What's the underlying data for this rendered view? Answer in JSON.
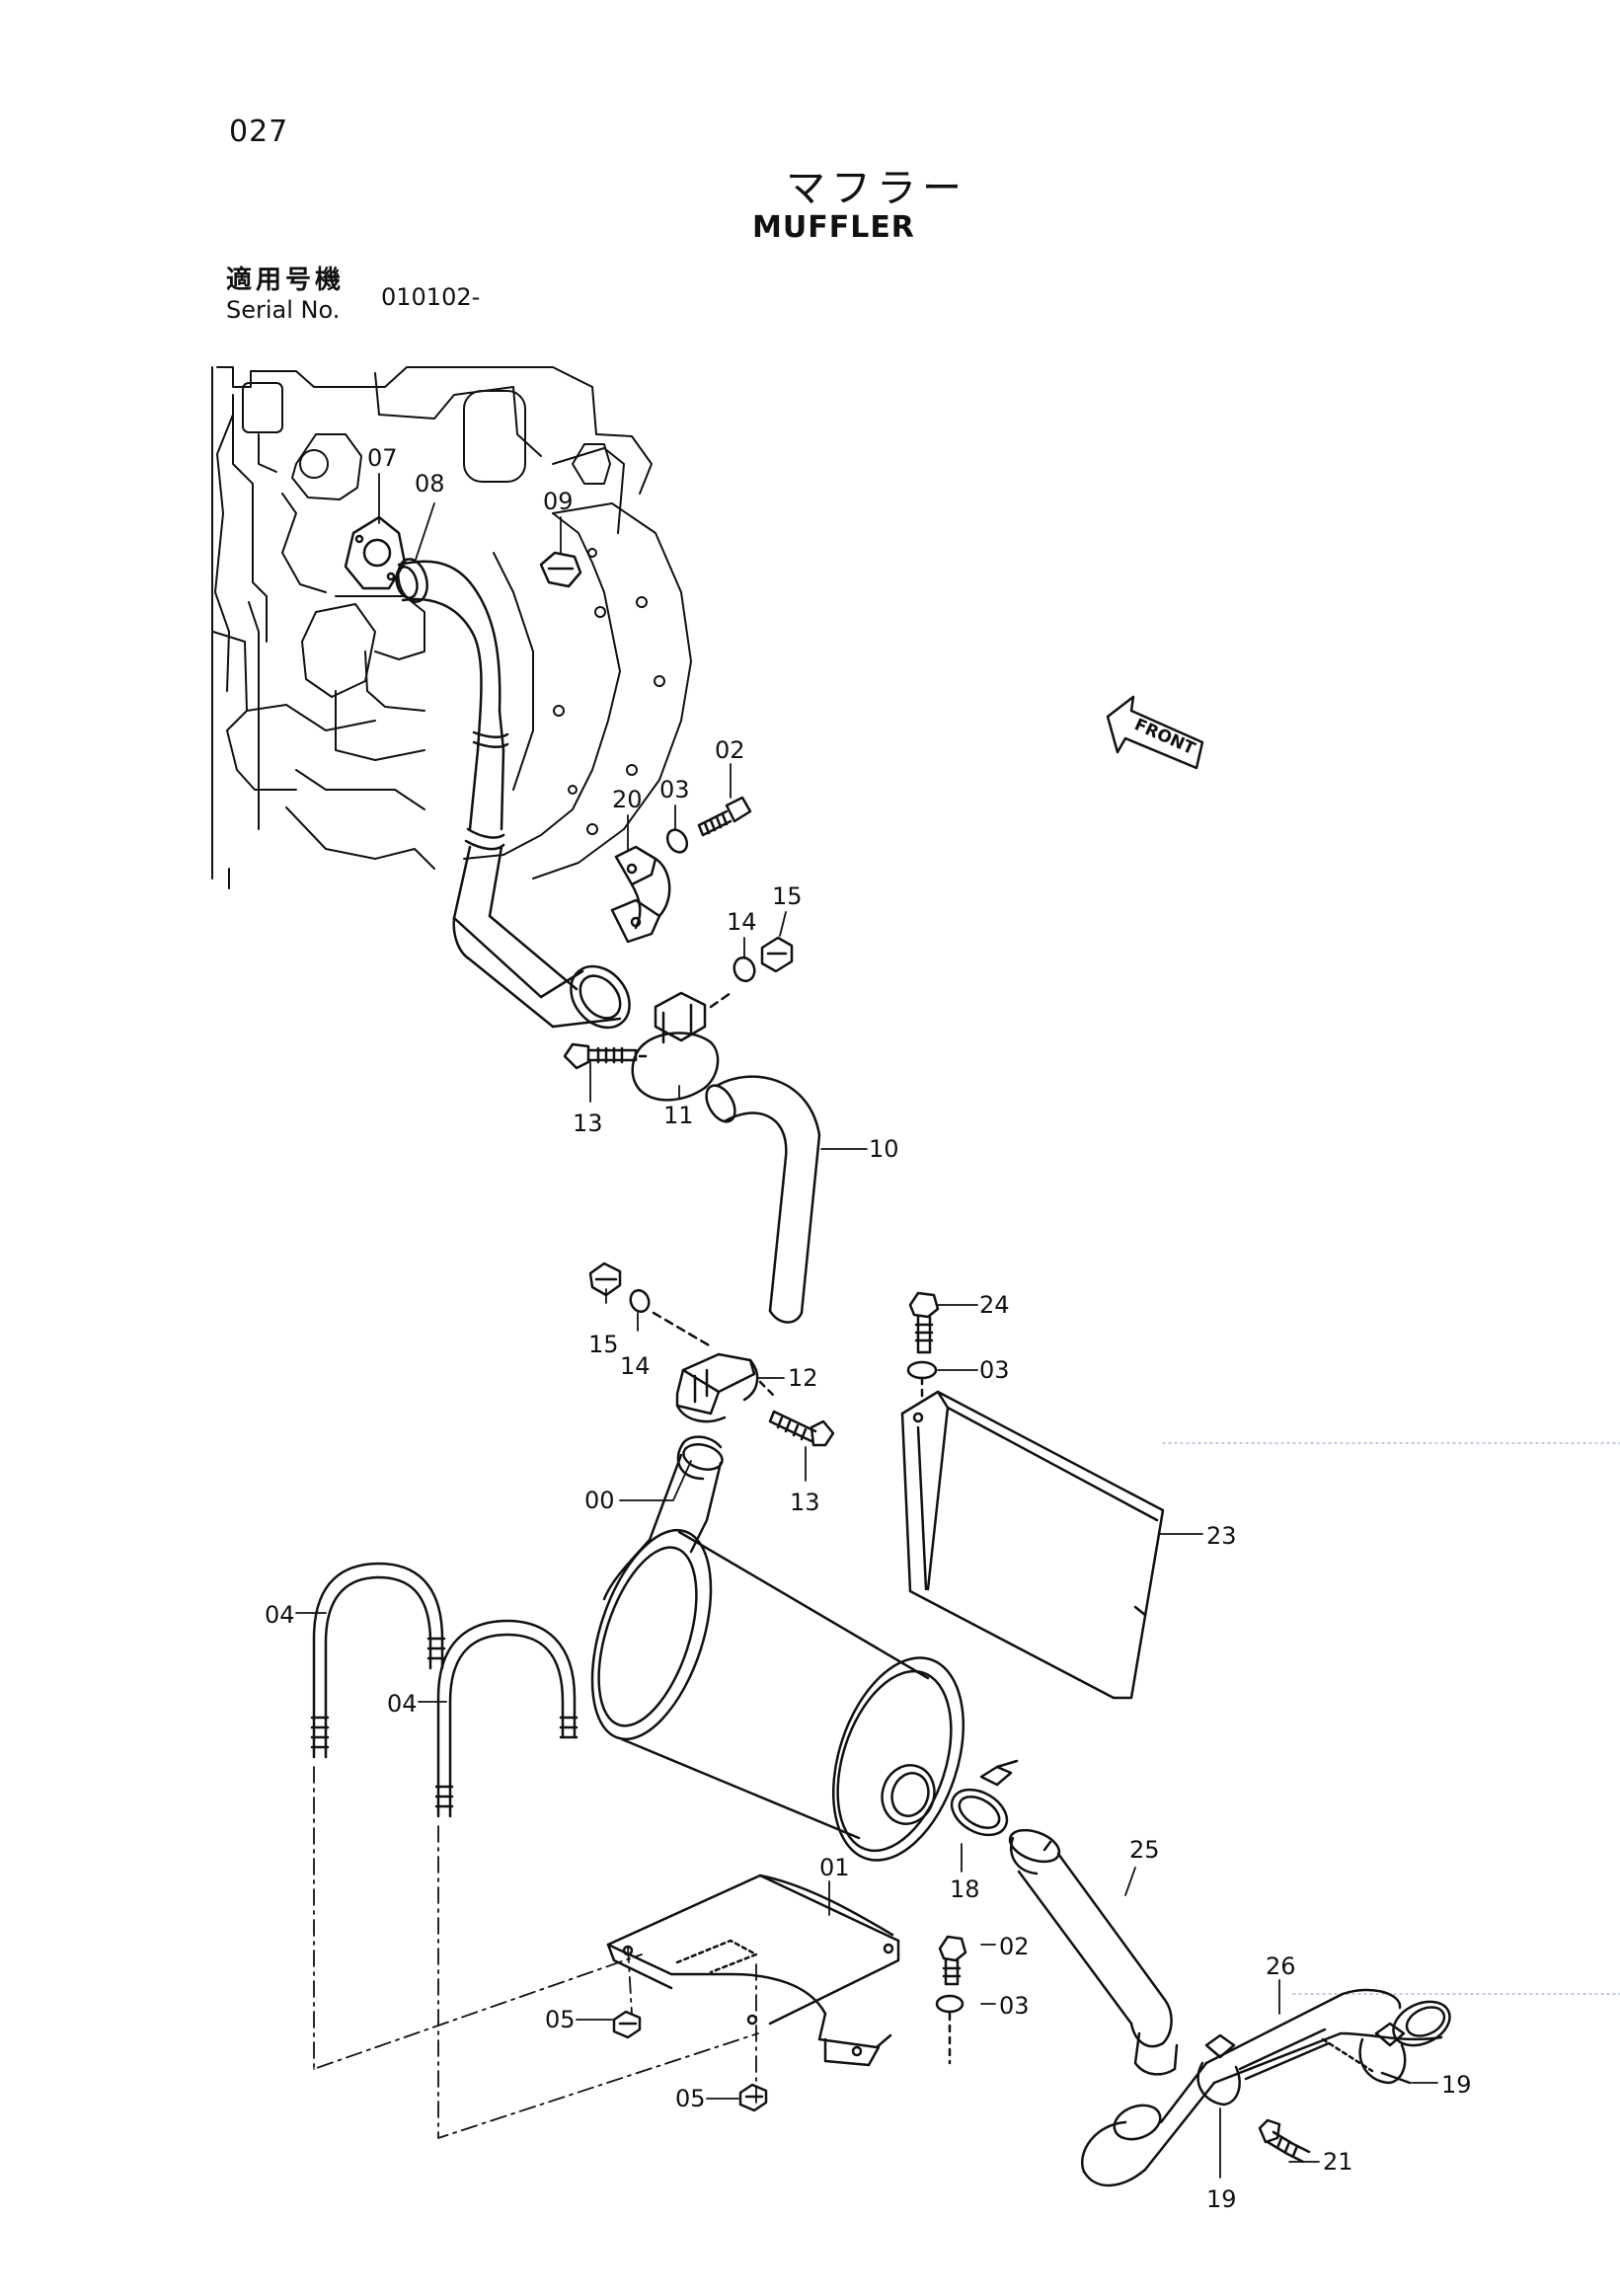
{
  "page": {
    "number": "027"
  },
  "title": {
    "ja": "マフラー",
    "en": "MUFFLER"
  },
  "serial": {
    "label_ja": "適用号機",
    "label_en": "Serial No.",
    "value": "010102-"
  },
  "front_arrow": {
    "label": "FRONT"
  },
  "callouts": {
    "c07": "07",
    "c08": "08",
    "c09": "09",
    "c02a": "02",
    "c03a": "03",
    "c20": "20",
    "c14a": "14",
    "c15a": "15",
    "c13a": "13",
    "c11": "11",
    "c10": "10",
    "c15b": "15",
    "c14b": "14",
    "c12": "12",
    "c13b": "13",
    "c24": "24",
    "c03b": "03",
    "c00": "00",
    "c23": "23",
    "c04a": "04",
    "c04b": "04",
    "c18": "18",
    "c25": "25",
    "c01": "01",
    "c02b": "02",
    "c03c": "03",
    "c05a": "05",
    "c05b": "05",
    "c26": "26",
    "c19a": "19",
    "c21": "21",
    "c19b": "19"
  },
  "icons": [
    "engine-block",
    "exhaust-pipe",
    "muffler",
    "heat-shield",
    "u-bolt",
    "clamp",
    "bolt",
    "nut",
    "washer",
    "tail-pipe",
    "front-arrow"
  ]
}
